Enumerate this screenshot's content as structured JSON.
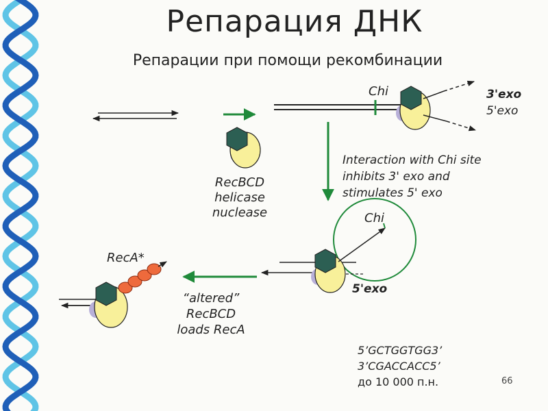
{
  "slide": {
    "title": "Репарация ДНК",
    "subtitle": "Репарации при помощи рекомбинации",
    "page_number": "66"
  },
  "labels": {
    "chi_top": "Chi",
    "exo3_top": "3'exo",
    "exo5_top": "5'exo",
    "recbcd_lines": [
      "RecBCD",
      "helicase",
      "nuclease"
    ],
    "interaction_lines": [
      "Interaction with  Chi site",
      "inhibits 3' exo and",
      "stimulates 5' exo"
    ],
    "chi_circle": "Chi",
    "exo5_bottom": "5'exo",
    "altered_lines": [
      "“altered”",
      "RecBCD",
      "loads RecA"
    ],
    "reca": "RecA*"
  },
  "sequence": {
    "line1": "5’GCTGGTGG3’",
    "line2": "3’CGACCACC5’",
    "line3": "до 10 000 п.н."
  },
  "colors": {
    "helix_dark": "#1f5fb8",
    "helix_light": "#5fc4e6",
    "hexagon": "#2c5f53",
    "oval_yellow": "#f8f09a",
    "oval_purple": "#b8b0d8",
    "arrow_green": "#1f8a3a",
    "reca_orange": "#ee6a3c"
  },
  "icons": [
    "recbcd-complex-icon",
    "reca-filament-icon"
  ]
}
